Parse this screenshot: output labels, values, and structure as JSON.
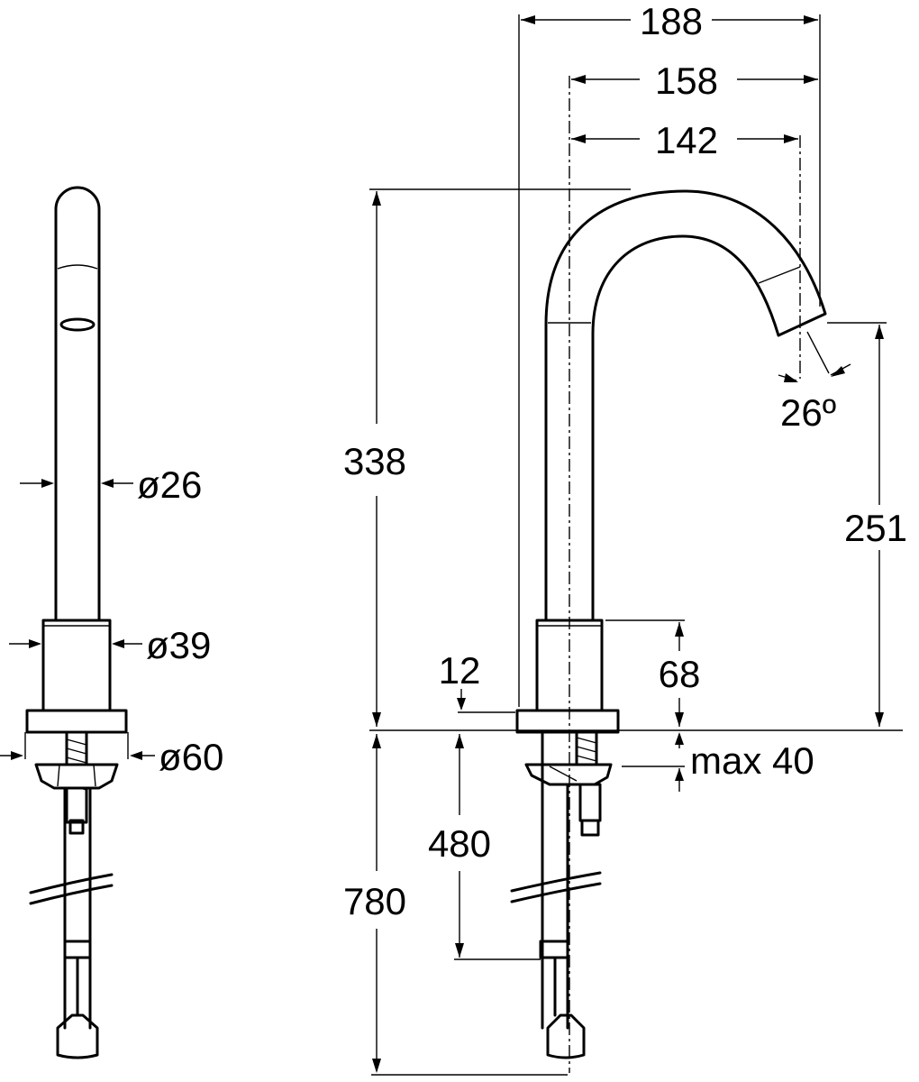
{
  "dimensions": {
    "side_tube_diameter": "ø26",
    "side_body_diameter": "ø39",
    "side_base_diameter": "ø60",
    "width_overall": "188",
    "width_outlet_outer": "158",
    "width_outlet": "142",
    "height_overall": "338",
    "spout_height": "251",
    "outlet_angle": "26º",
    "body_height": "68",
    "base_thickness": "12",
    "max_deck_thickness": "max 40",
    "hose_fixing_length": "480",
    "hose_length": "780"
  },
  "colors": {
    "line": "#000000",
    "background": "#ffffff"
  }
}
